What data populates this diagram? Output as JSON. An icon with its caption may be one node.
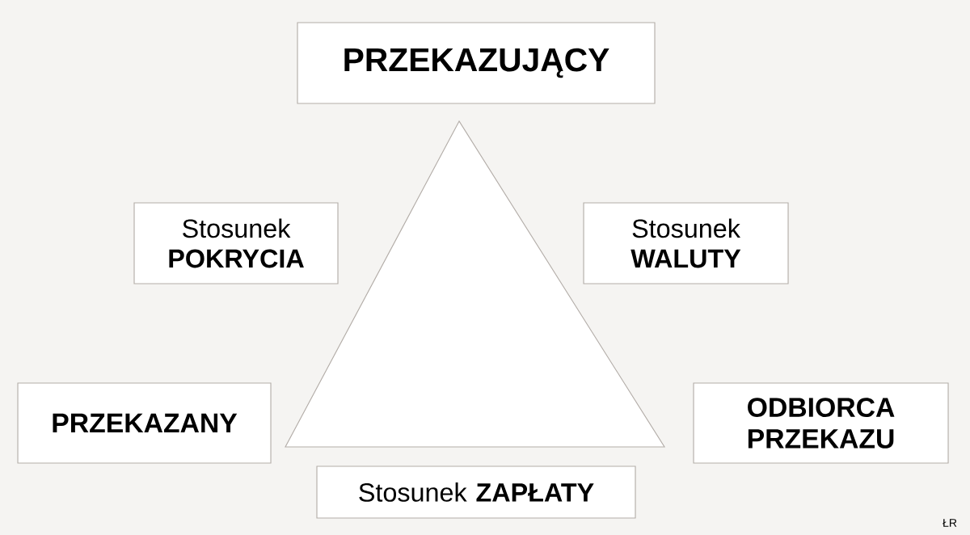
{
  "diagram": {
    "nodes": [
      {
        "text": [
          "PRZEKAZUJĄCY"
        ]
      },
      {
        "text": [
          "Stosunek **POKRYCIA**"
        ]
      },
      {
        "text": [
          "Stosunek **WALUTY**"
        ]
      },
      {
        "text": [
          "PRZEKAZANY"
        ]
      },
      {
        "text": [
          "ODBIORCA PRZEKAZU"
        ]
      },
      {
        "text": [
          "Stosunek **ZAPŁATY**"
        ]
      }
    ],
    "labels": [
      "ŁR"
    ]
  }
}
